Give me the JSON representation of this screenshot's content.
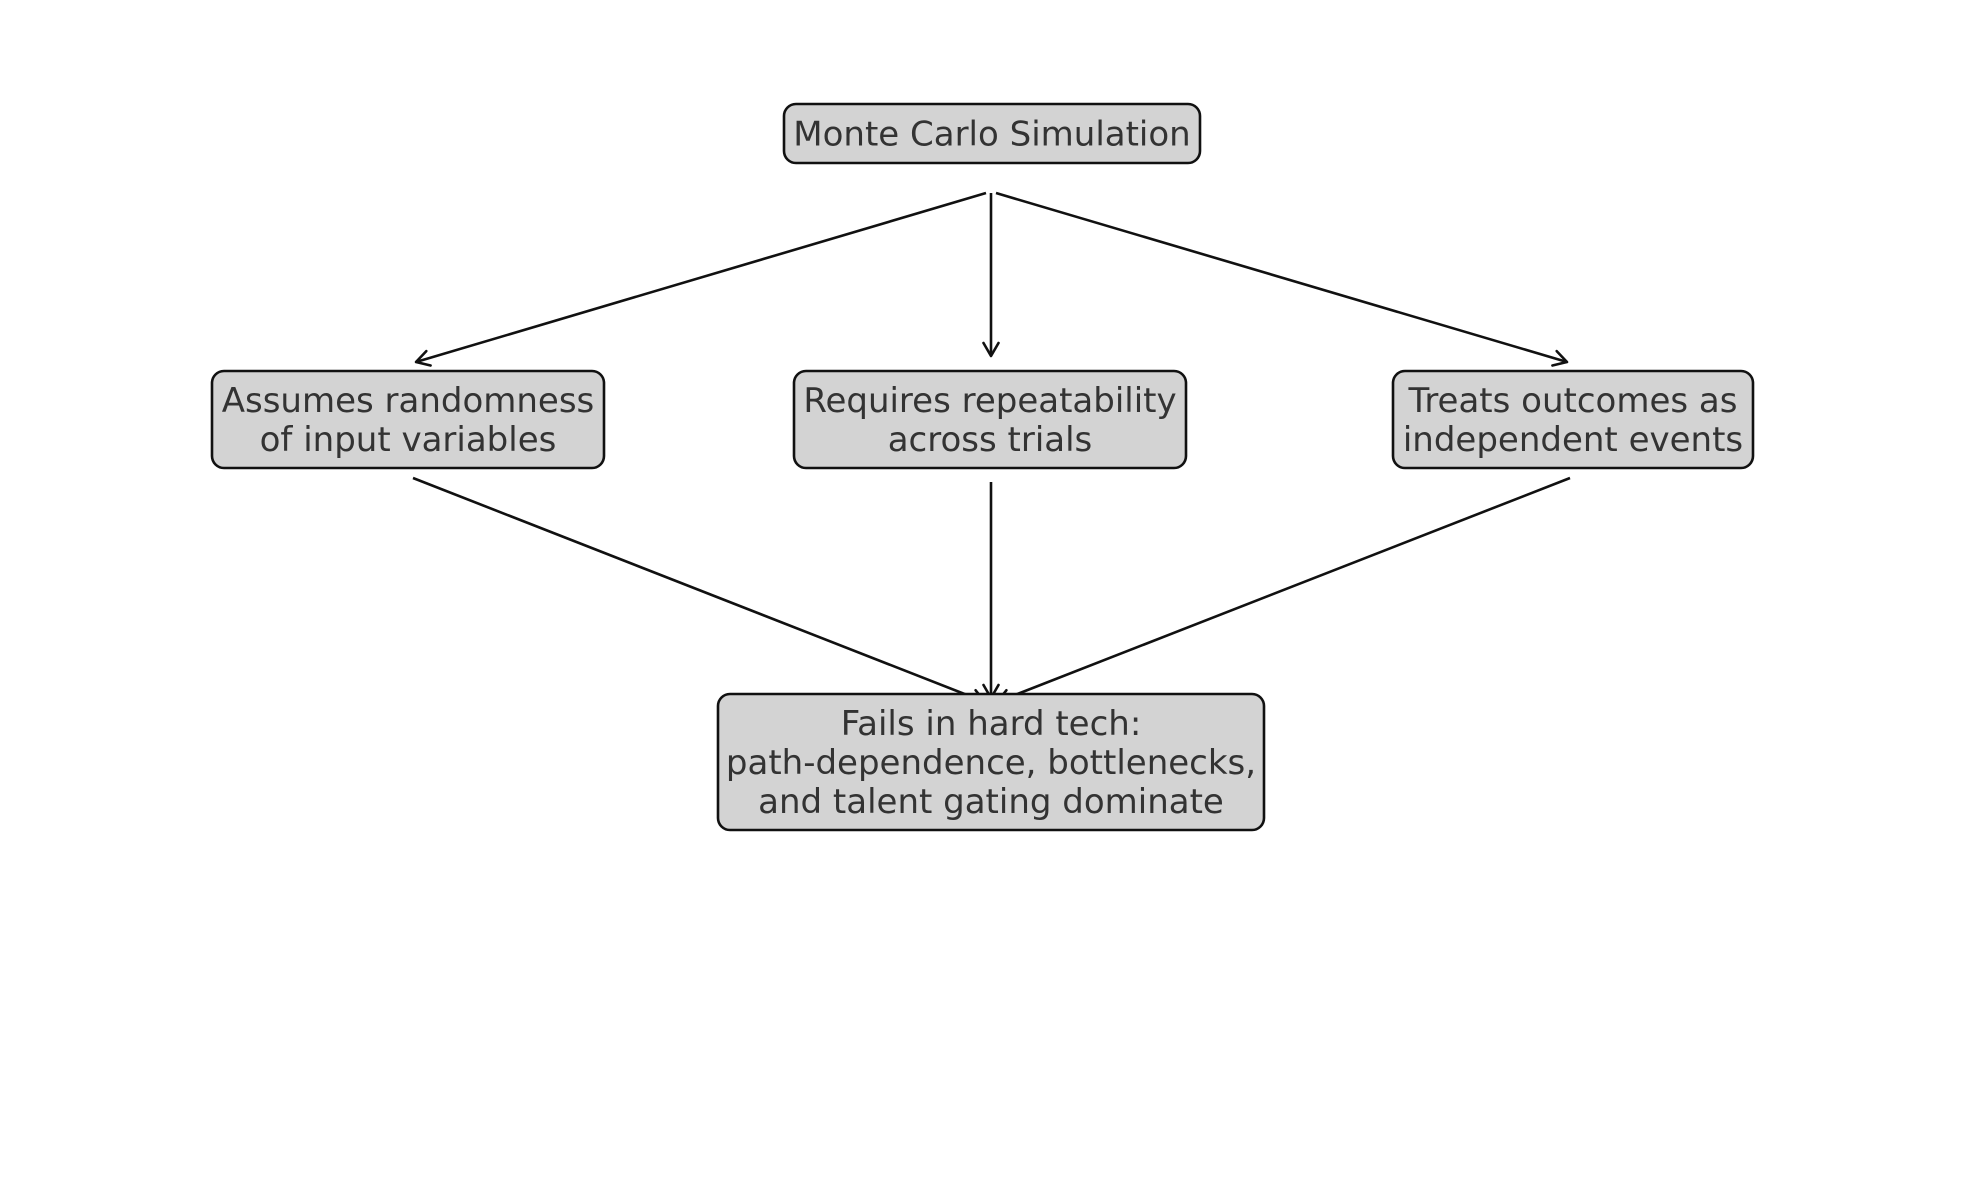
{
  "diagram": {
    "nodes": [
      {
        "id": "root",
        "lines": [
          "Monte Carlo Simulation"
        ]
      },
      {
        "id": "randomness",
        "lines": [
          "Assumes randomness",
          "of input variables"
        ]
      },
      {
        "id": "repeatability",
        "lines": [
          "Requires repeatability",
          "across trials"
        ]
      },
      {
        "id": "independence",
        "lines": [
          "Treats outcomes as",
          "independent events"
        ]
      },
      {
        "id": "conclusion",
        "lines": [
          "Fails in hard tech:",
          "path-dependence, bottlenecks,",
          "and talent gating dominate"
        ]
      }
    ],
    "edges": [
      {
        "from": "root",
        "to": "randomness"
      },
      {
        "from": "root",
        "to": "repeatability"
      },
      {
        "from": "root",
        "to": "independence"
      },
      {
        "from": "randomness",
        "to": "conclusion"
      },
      {
        "from": "repeatability",
        "to": "conclusion"
      },
      {
        "from": "independence",
        "to": "conclusion"
      }
    ],
    "colors": {
      "node_fill": "#d3d3d3",
      "node_stroke": "#111111",
      "text": "#333333",
      "edge": "#111111"
    }
  }
}
